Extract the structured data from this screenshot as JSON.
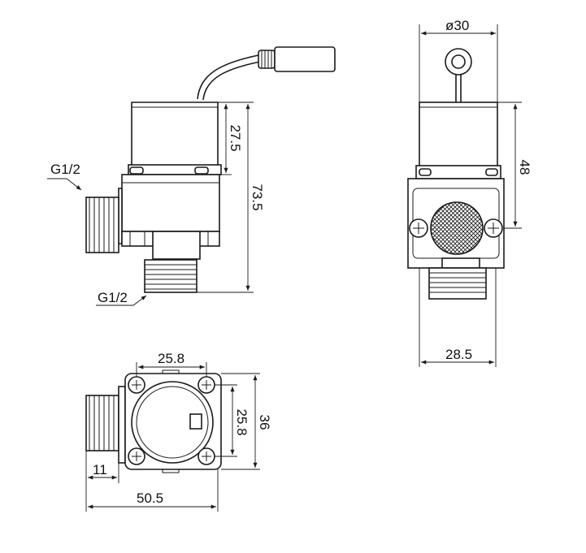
{
  "labels": {
    "thread_side": "G1/2",
    "thread_bottom": "G1/2",
    "coil_height": "27.5",
    "total_height": "73.5",
    "diameter": "ø30",
    "side_height": "48",
    "side_width": "28.5",
    "hole_spacing_h": "25.8",
    "hole_spacing_v": "25.8",
    "flange_height": "36",
    "thread_length": "11",
    "total_length": "50.5"
  }
}
